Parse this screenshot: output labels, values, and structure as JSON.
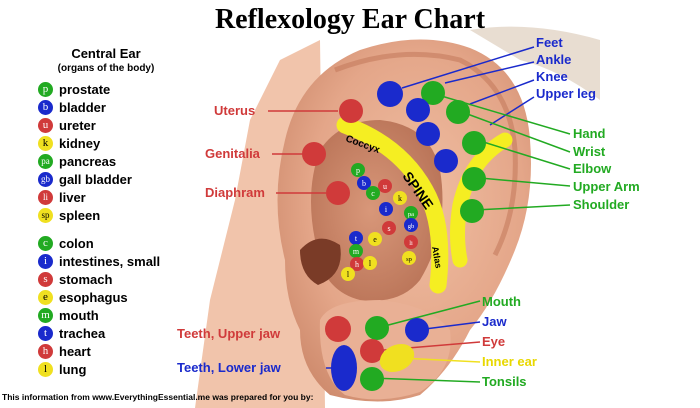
{
  "title": "Reflexology Ear Chart",
  "legend": {
    "heading": "Central Ear",
    "subheading": "(organs of the body)",
    "group1": [
      {
        "letter": "p",
        "label": "prostate",
        "color": "#22aa22"
      },
      {
        "letter": "b",
        "label": "bladder",
        "color": "#1a2acc"
      },
      {
        "letter": "u",
        "label": "ureter",
        "color": "#d03a3a"
      },
      {
        "letter": "k",
        "label": "kidney",
        "color": "#f0e020"
      },
      {
        "letter": "pa",
        "label": "pancreas",
        "color": "#22aa22"
      },
      {
        "letter": "gb",
        "label": "gall bladder",
        "color": "#1a2acc"
      },
      {
        "letter": "li",
        "label": "liver",
        "color": "#d03a3a"
      },
      {
        "letter": "sp",
        "label": "spleen",
        "color": "#f0e020"
      }
    ],
    "group2": [
      {
        "letter": "c",
        "label": "colon",
        "color": "#22aa22"
      },
      {
        "letter": "i",
        "label": "intestines, small",
        "color": "#1a2acc"
      },
      {
        "letter": "s",
        "label": "stomach",
        "color": "#d03a3a"
      },
      {
        "letter": "e",
        "label": "esophagus",
        "color": "#f0e020"
      },
      {
        "letter": "m",
        "label": "mouth",
        "color": "#22aa22"
      },
      {
        "letter": "t",
        "label": "trachea",
        "color": "#1a2acc"
      },
      {
        "letter": "h",
        "label": "heart",
        "color": "#d03a3a"
      },
      {
        "letter": "l",
        "label": "lung",
        "color": "#f0e020"
      }
    ]
  },
  "ear_labels": {
    "feet": "Feet",
    "ankle": "Ankle",
    "knee": "Knee",
    "upper_leg": "Upper leg",
    "hand": "Hand",
    "wrist": "Wrist",
    "elbow": "Elbow",
    "upper_arm": "Upper Arm",
    "shoulder": "Shoulder",
    "uterus": "Uterus",
    "genitalia": "Genitalia",
    "diaphram": "Diaphram",
    "mouth": "Mouth",
    "jaw": "Jaw",
    "eye": "Eye",
    "inner_ear": "Inner ear",
    "tonsils": "Tonsils",
    "teeth_upper": "Teeth, Upper jaw",
    "teeth_lower": "Teeth, Lower jaw",
    "coccyx": "Coccyx",
    "spine": "SPINE",
    "atlas": "Atlas"
  },
  "colors": {
    "green": "#22aa22",
    "blue": "#1a2acc",
    "red": "#d03a3a",
    "yellow": "#f0e020",
    "skin": "#e4a689"
  },
  "footer": "This information from www.EverythingEssential.me was prepared for you by:"
}
